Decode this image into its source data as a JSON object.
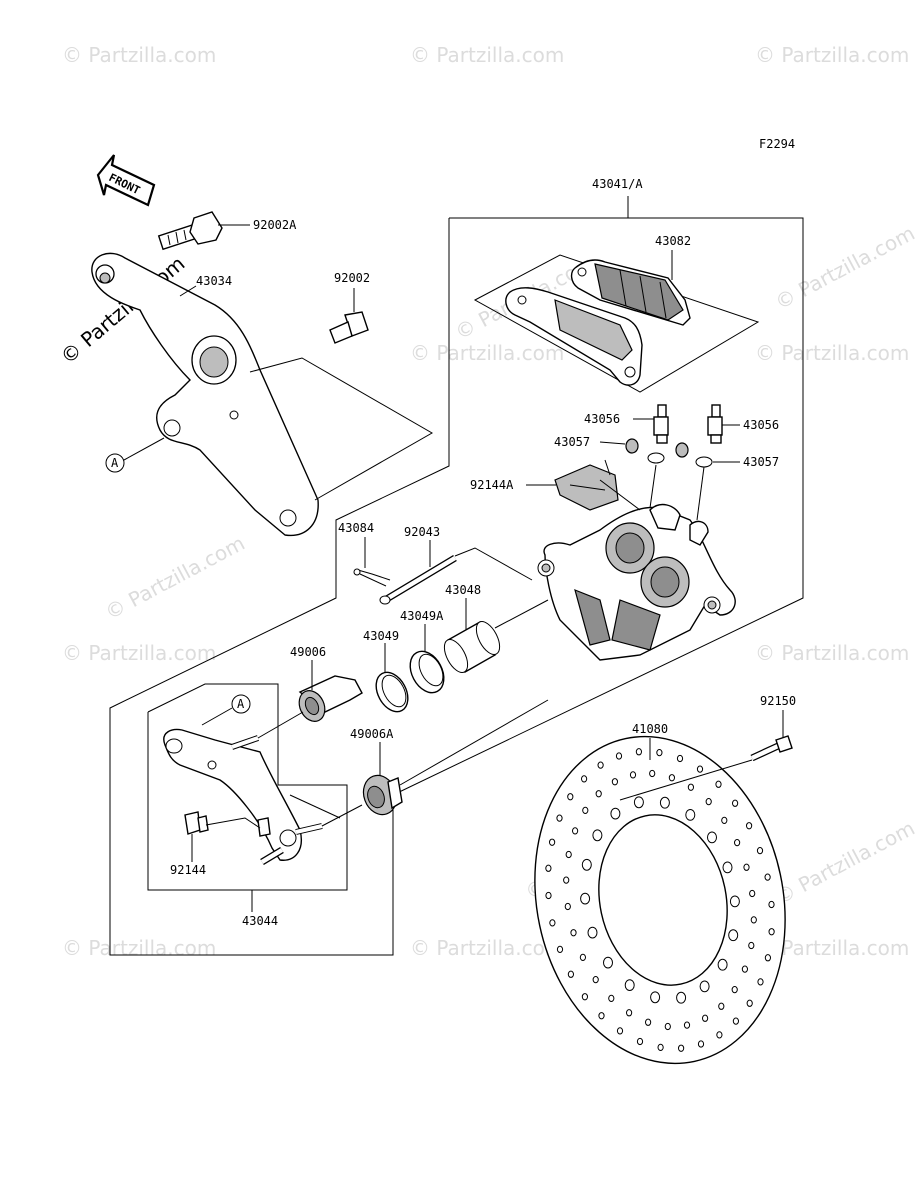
{
  "figure_code": "F2294",
  "front_label": "FRONT",
  "watermark": "© Partzilla.com",
  "parts": {
    "p43041A": "43041/A",
    "p43082": "43082",
    "p92002A": "92002A",
    "p43034": "43034",
    "p92002": "92002",
    "p43056a": "43056",
    "p43056b": "43056",
    "p43057a": "43057",
    "p43057b": "43057",
    "p92144A": "92144A",
    "p43084": "43084",
    "p92043": "92043",
    "p43048": "43048",
    "p43049A": "43049A",
    "p43049": "43049",
    "p49006": "49006",
    "p49006A": "49006A",
    "p92144": "92144",
    "p43044": "43044",
    "p41080": "41080",
    "p92150": "92150"
  },
  "refs": {
    "a1": "A",
    "a2": "A"
  }
}
